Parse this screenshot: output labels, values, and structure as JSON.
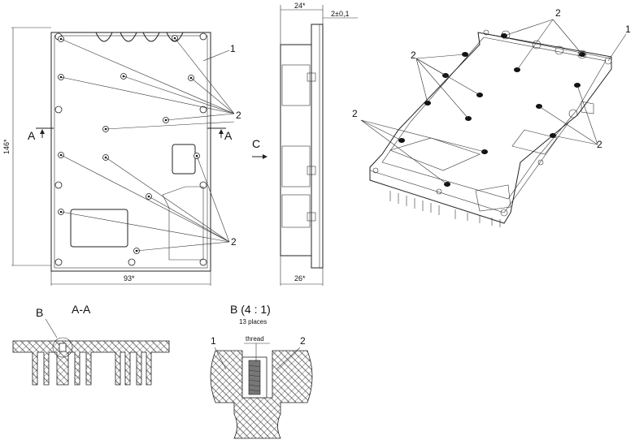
{
  "dimensions": {
    "height": "146*",
    "width": "93*",
    "side_top": "24*",
    "side_gap": "2±0,1",
    "side_bottom": "26*"
  },
  "labels": {
    "part1": "1",
    "part2": "2",
    "section_left": "A",
    "section_right": "A",
    "view_c": "C",
    "section_title": "A-A",
    "detail_marker": "B",
    "detail_title": "B (4 : 1)",
    "detail_note": "13 places",
    "thread": "thread"
  }
}
